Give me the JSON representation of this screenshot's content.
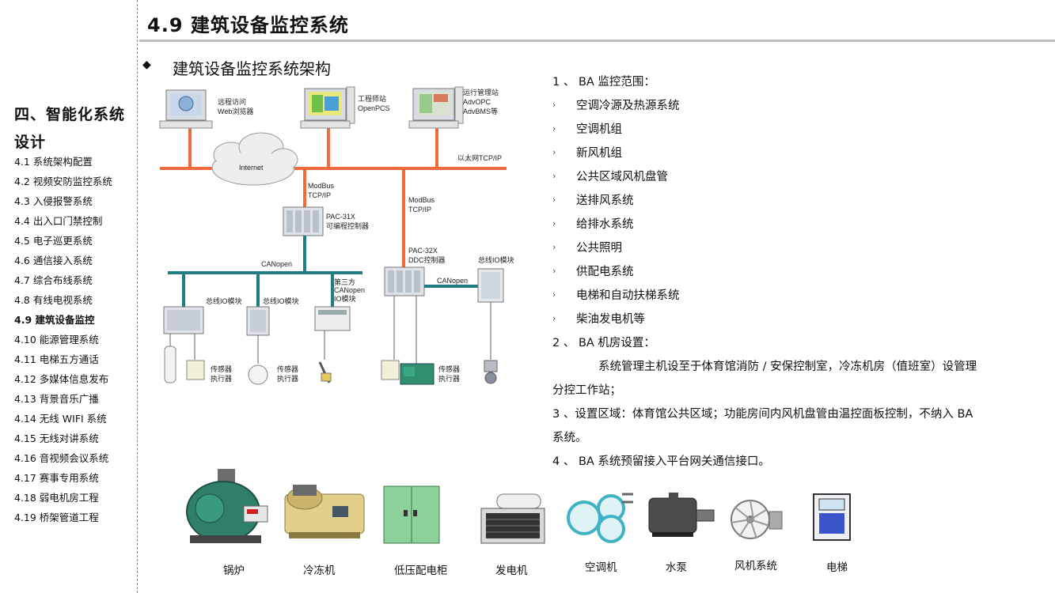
{
  "sidebar": {
    "heading_line1": "四、智能化系统",
    "heading_line2": "设计",
    "items": [
      {
        "label": "4.1  系统架构配置"
      },
      {
        "label": "4.2   视频安防监控系统"
      },
      {
        "label": "4.3   入侵报警系统"
      },
      {
        "label": "4.4   出入口门禁控制"
      },
      {
        "label": "4.5   电子巡更系统"
      },
      {
        "label": "4.6   通信接入系统"
      },
      {
        "label": "4.7   综合布线系统"
      },
      {
        "label": "4.8   有线电视系统"
      },
      {
        "label": "4.9  建筑设备监控"
      },
      {
        "label": "4.10  能源管理系统"
      },
      {
        "label": "4.11  电梯五方通话"
      },
      {
        "label": "4.12  多媒体信息发布"
      },
      {
        "label": "4.13  背景音乐广播"
      },
      {
        "label": "4.14  无线 WIFI 系统"
      },
      {
        "label": "4.15  无线对讲系统"
      },
      {
        "label": "4.16  音视频会议系统"
      },
      {
        "label": "4.17  赛事专用系统"
      },
      {
        "label": "4.18  弱电机房工程"
      },
      {
        "label": "4.19  桥架管道工程"
      }
    ]
  },
  "header": {
    "title": "4.9  建筑设备监控系统"
  },
  "section": {
    "bullet": "◆",
    "title": "建筑设备监控系统架构"
  },
  "diagram": {
    "pc1": {
      "line1": "远程访问",
      "line2": "Web浏览器"
    },
    "pc2": {
      "line1": "工程师站",
      "line2": "OpenPCS"
    },
    "pc3": {
      "line1": "运行管理站",
      "line2": "AdvOPC",
      "line3": "AdvBMS等"
    },
    "cloud": "Internet",
    "ethernet": "以太网TCP/IP",
    "modbus1": {
      "line1": "ModBus",
      "line2": "TCP/IP"
    },
    "modbus2": {
      "line1": "ModBus",
      "line2": "TCP/IP"
    },
    "pac31": {
      "line1": "PAC-31X",
      "line2": "可编程控制器"
    },
    "pac32": {
      "line1": "PAC-32X",
      "line2": "DDC控制器"
    },
    "canopen1": "CANopen",
    "canopen2": "CANopen",
    "io1": "总线IO模块",
    "io2": "总线IO模块",
    "io3": {
      "line1": "第三方",
      "line2": "CANopen",
      "line3": "IO模块"
    },
    "io4": "总线IO模块",
    "sensor1": {
      "line1": "传感器",
      "line2": "执行器"
    },
    "sensor2": {
      "line1": "传感器",
      "line2": "执行器"
    },
    "sensor3": {
      "line1": "传感器",
      "line2": "执行器"
    },
    "colors": {
      "ethernet": "#f06a3c",
      "canopen": "#1f7d83"
    }
  },
  "content": {
    "l1": "1 、 BA 监控范围：",
    "items": [
      "空调冷源及热源系统",
      "空调机组",
      "新风机组",
      "公共区域风机盘管",
      "送排风系统",
      "给排水系统",
      "公共照明",
      "供配电系统",
      "电梯和自动扶梯系统",
      "柴油发电机等"
    ],
    "l2": "2 、 BA 机房设置：",
    "l2_a": "系统管理主机设至于体育馆消防 / 安保控制室，冷冻机房（值班室）设管理",
    "l2_b": "分控工作站；",
    "l3_a": "3 、设置区域：体育馆公共区域；功能房间内风机盘管由温控面板控制，不纳入 BA",
    "l3_b": "系统。",
    "l4": "4 、 BA 系统预留接入平台网关通信接口。"
  },
  "equipment": [
    "锅炉",
    "冷冻机",
    "低压配电柜",
    "发电机",
    "空调机",
    "水泵",
    "风机系统",
    "电梯"
  ]
}
